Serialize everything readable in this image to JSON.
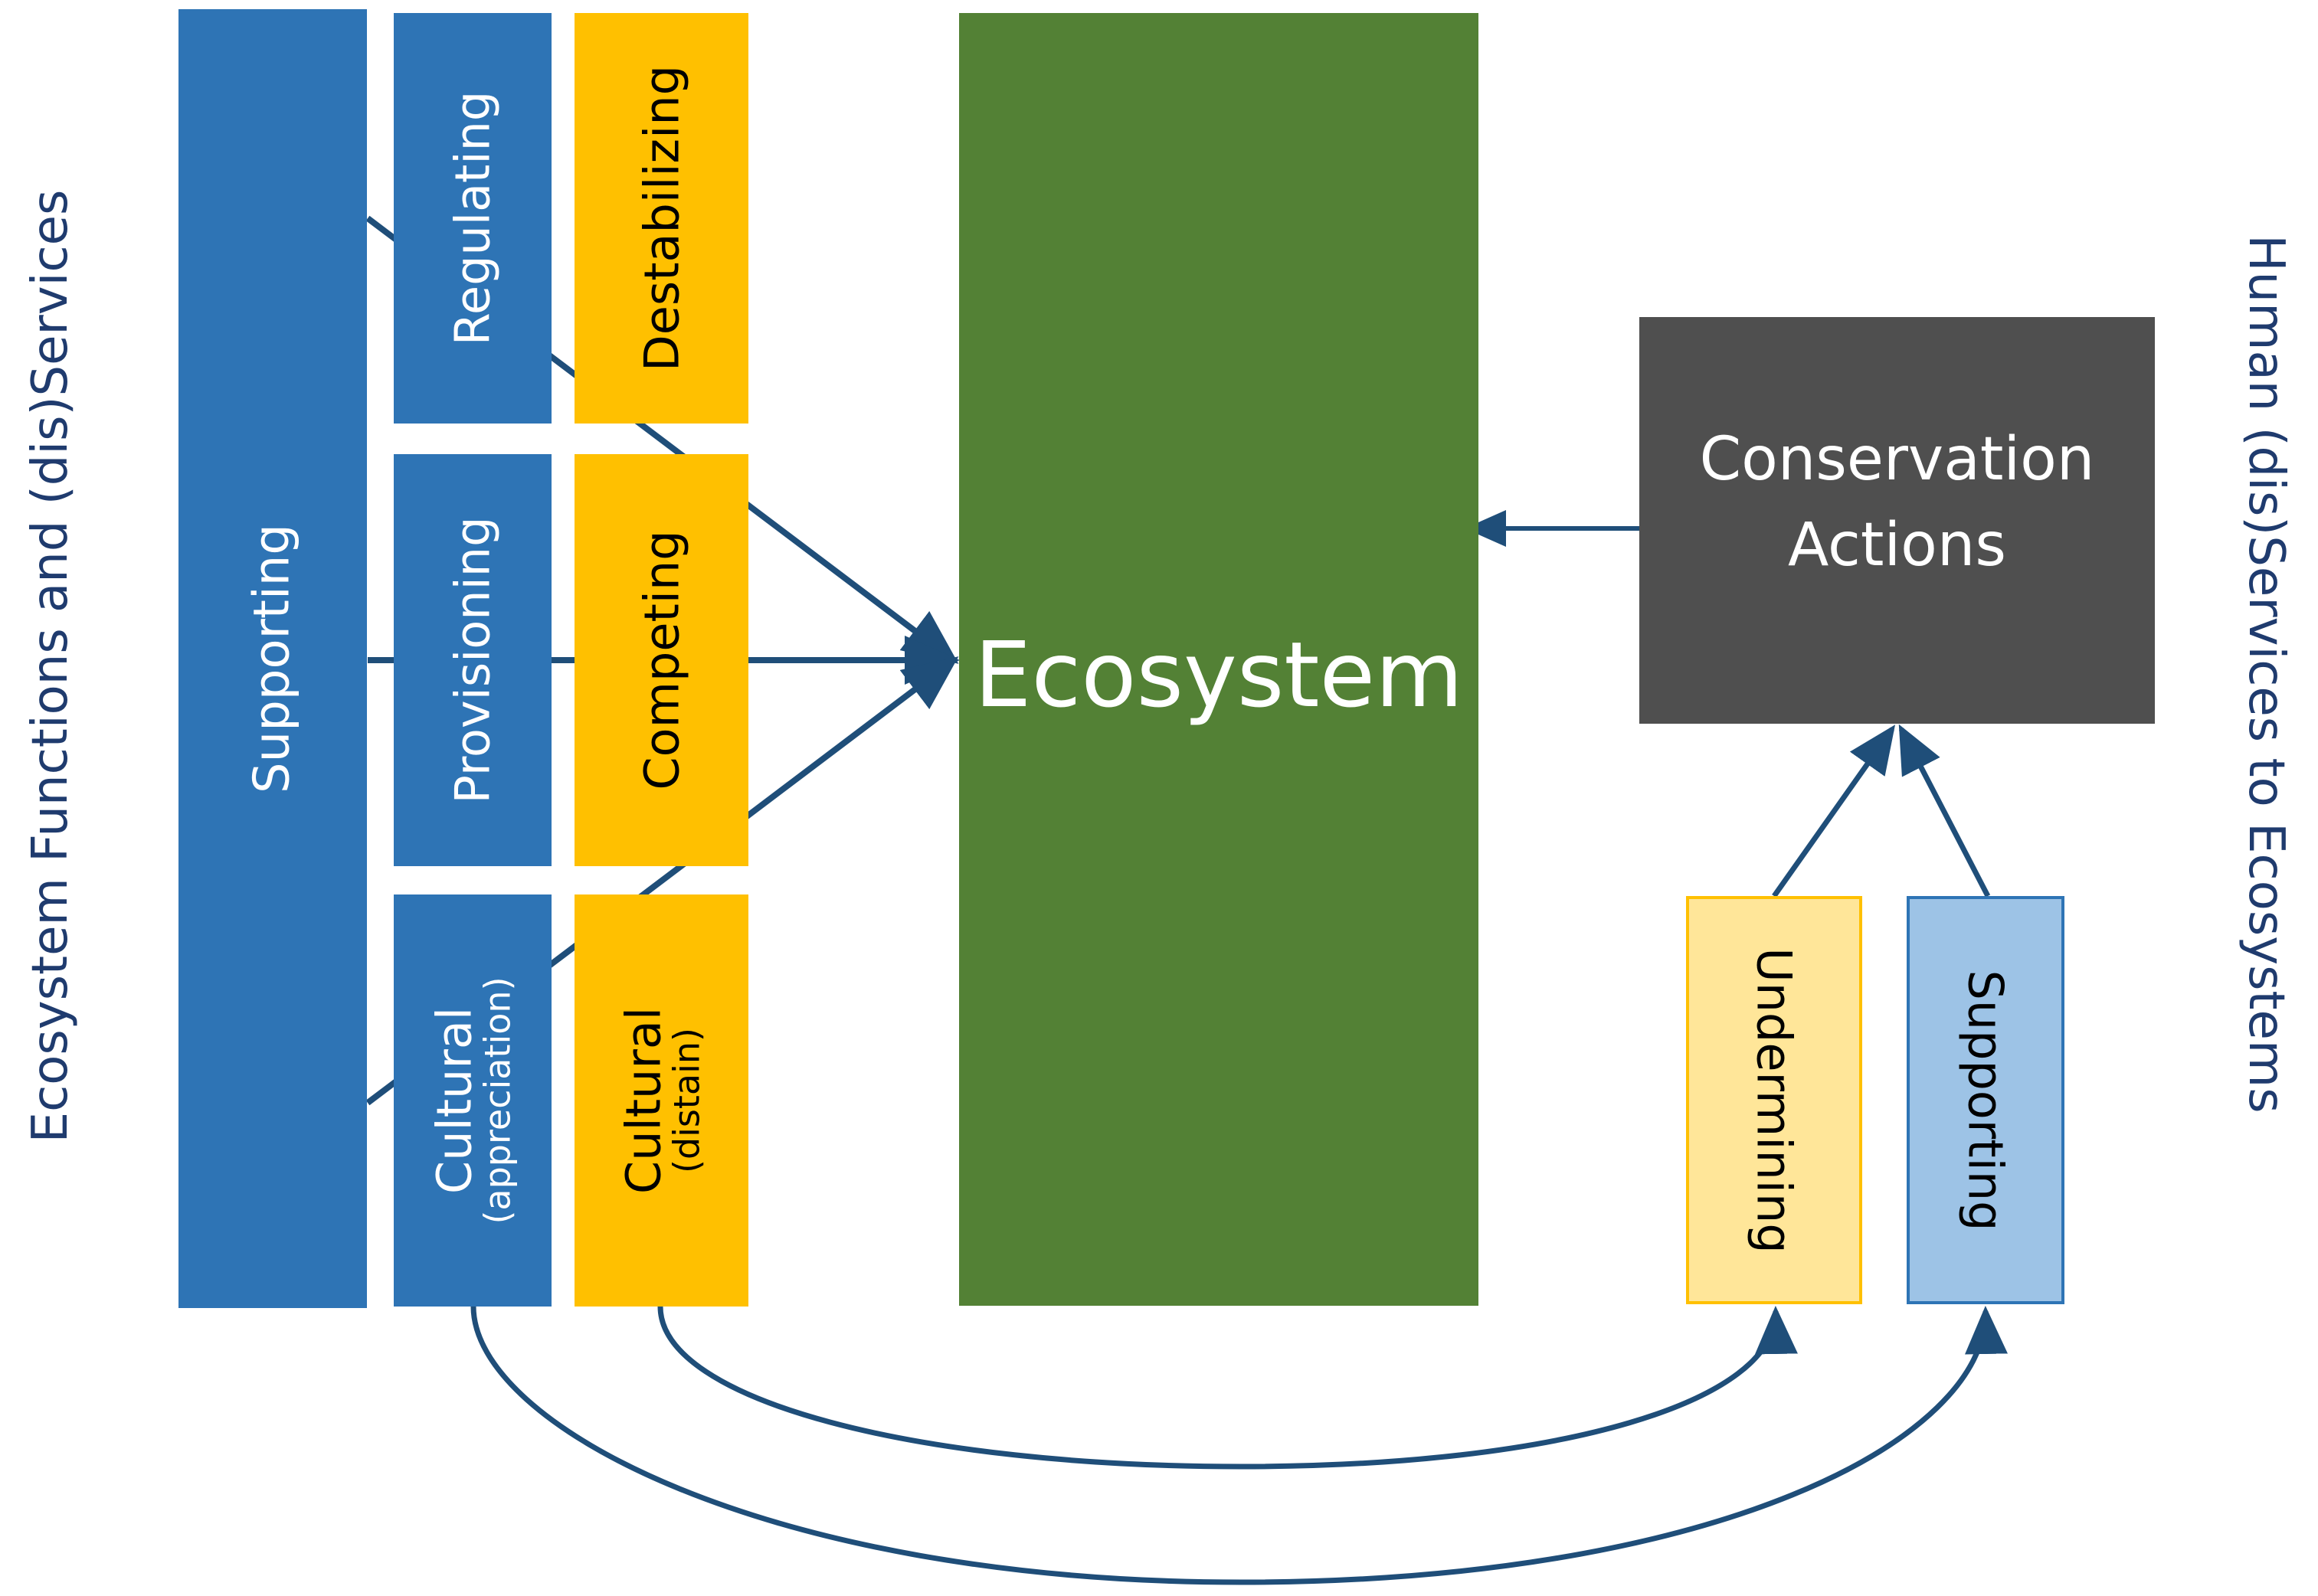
{
  "left_axis_title": "Ecosystem Functions and (dis)Services",
  "right_axis_title": "Human (dis)Services to Ecosystems",
  "services": {
    "supporting": "Supporting",
    "regulating": "Regulating",
    "provisioning": "Provisioning",
    "cultural_appreciation": {
      "label": "Cultural",
      "sub": "(appreciation)"
    }
  },
  "disservices": {
    "destabilizing": "Destabilizing",
    "competing": "Competing",
    "cultural_distain": {
      "label": "Cultural",
      "sub": "(distain)"
    }
  },
  "ecosystem": "Ecosystem",
  "conservation": {
    "line1": "Conservation",
    "line2": "Actions"
  },
  "human_actions": {
    "undermining": "Undermining",
    "supporting": "Supporting"
  },
  "colors": {
    "service_blue": "#2e74b5",
    "disservice_orange": "#ffc000",
    "ecosystem_green": "#538135",
    "conservation_gray": "#4f4f4f",
    "undermining_fill": "#ffe699",
    "supporting_fill": "#9dc3e6",
    "arrow_navy": "#1f4e79",
    "title_navy": "#1f3b6e"
  }
}
